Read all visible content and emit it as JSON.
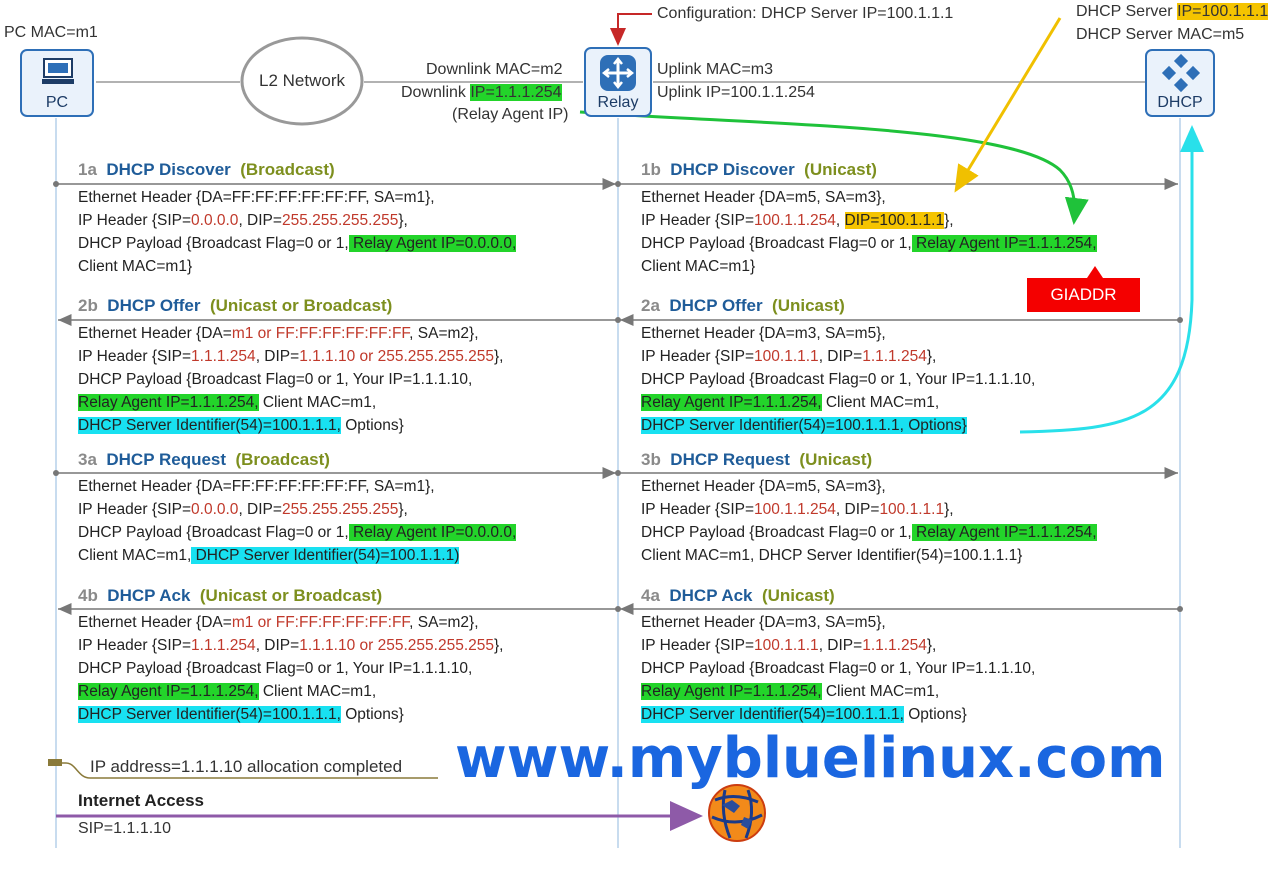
{
  "nodes": {
    "pc": {
      "label": "PC",
      "top_label": "PC MAC=m1"
    },
    "l2": {
      "label": "L2 Network"
    },
    "relay": {
      "label": "Relay"
    },
    "dhcp": {
      "label": "DHCP"
    }
  },
  "config_note": "Configuration: DHCP Server IP=100.1.1.1",
  "server_info": {
    "line1_prefix": "DHCP Server ",
    "line1_ip": "IP=100.1.1.1",
    "line2": "DHCP Server MAC=m5"
  },
  "relay_downlink": {
    "mac": "Downlink MAC=m2",
    "ip_prefix": "Downlink ",
    "ip": "IP=1.1.1.254",
    "note": "(Relay Agent IP)"
  },
  "relay_uplink": {
    "mac": "Uplink MAC=m3",
    "ip": "Uplink IP=100.1.1.254"
  },
  "giaddr_tag": "GIADDR",
  "messages": {
    "m1a": {
      "num": "1a",
      "name": "DHCP Discover",
      "mode": "(Broadcast)",
      "l1a": "Ethernet Header {DA=FF:FF:FF:FF:FF:FF, SA=m1},",
      "l2a": "IP Header {SIP=",
      "l2b": "0.0.0.0",
      "l2c": ", DIP=",
      "l2d": "255.255.255.255",
      "l2e": "},",
      "l3a": "DHCP Payload {Broadcast Flag=0 or 1,",
      "l3b": " Relay Agent IP=0.0.0.0,",
      "l4a": "Client MAC=m1}"
    },
    "m1b": {
      "num": "1b",
      "name": "DHCP Discover",
      "mode": "(Unicast)",
      "l1a": "Ethernet Header {DA=m5, SA=m3},",
      "l2a": "IP Header {SIP=",
      "l2b": "100.1.1.254",
      "l2c": ", ",
      "l2d": "DIP=100.1.1.1",
      "l2e": "},",
      "l3a": "DHCP Payload {Broadcast Flag=0 or 1,",
      "l3b": " Relay Agent IP=1.1.1.254,",
      "l4a": "Client MAC=m1}"
    },
    "m2b": {
      "num": "2b",
      "name": "DHCP Offer",
      "mode": "(Unicast or Broadcast)",
      "l1a": "Ethernet Header {DA=",
      "l1b": "m1 or FF:FF:FF:FF:FF:FF",
      "l1c": ", SA=m2},",
      "l2a": "IP Header {SIP=",
      "l2b": "1.1.1.254",
      "l2c": ", DIP=",
      "l2d": "1.1.1.10 or 255.255.255.255",
      "l2e": "},",
      "l3a": "DHCP Payload {Broadcast Flag=0 or 1, Your IP=1.1.1.10,",
      "l4a": "Relay Agent IP=1.1.1.254,",
      "l4b": " Client MAC=m1,",
      "l5a": "DHCP Server Identifier(54)=100.1.1.1,",
      "l5b": " Options}"
    },
    "m2a": {
      "num": "2a",
      "name": "DHCP Offer",
      "mode": "(Unicast)",
      "l1a": "Ethernet Header {DA=m3, SA=m5},",
      "l2a": "IP Header {SIP=",
      "l2b": "100.1.1.1",
      "l2c": ", DIP=",
      "l2d": "1.1.1.254",
      "l2e": "},",
      "l3a": "DHCP Payload {Broadcast Flag=0 or 1, Your IP=1.1.1.10,",
      "l4a": "Relay Agent IP=1.1.1.254,",
      "l4b": " Client MAC=m1,",
      "l5a": "DHCP Server Identifier(54)=100.1.1.1, Options}"
    },
    "m3a": {
      "num": "3a",
      "name": "DHCP Request",
      "mode": "(Broadcast)",
      "l1a": "Ethernet Header {DA=FF:FF:FF:FF:FF:FF, SA=m1},",
      "l2a": "IP Header {SIP=",
      "l2b": "0.0.0.0",
      "l2c": ", DIP=",
      "l2d": "255.255.255.255",
      "l2e": "},",
      "l3a": "DHCP Payload {Broadcast Flag=0 or 1,",
      "l3b": " Relay Agent IP=0.0.0.0,",
      "l4a": "Client MAC=m1,",
      "l4b": " DHCP Server Identifier(54)=100.1.1.1)"
    },
    "m3b": {
      "num": "3b",
      "name": "DHCP Request",
      "mode": "(Unicast)",
      "l1a": "Ethernet Header {DA=m5, SA=m3},",
      "l2a": "IP Header {SIP=",
      "l2b": "100.1.1.254",
      "l2c": ", DIP=",
      "l2d": "100.1.1.1",
      "l2e": "},",
      "l3a": "DHCP Payload {Broadcast Flag=0 or 1,",
      "l3b": " Relay Agent IP=1.1.1.254,",
      "l4a": "Client MAC=m1, DHCP Server Identifier(54)=100.1.1.1}"
    },
    "m4b": {
      "num": "4b",
      "name": "DHCP Ack",
      "mode": "(Unicast or Broadcast)",
      "l1a": "Ethernet Header {DA=",
      "l1b": "m1 or FF:FF:FF:FF:FF:FF",
      "l1c": ", SA=m2},",
      "l2a": "IP Header {SIP=",
      "l2b": "1.1.1.254",
      "l2c": ", DIP=",
      "l2d": "1.1.1.10 or 255.255.255.255",
      "l2e": "},",
      "l3a": "DHCP Payload {Broadcast Flag=0 or 1, Your IP=1.1.1.10,",
      "l4a": "Relay Agent IP=1.1.1.254,",
      "l4b": " Client MAC=m1,",
      "l5a": "DHCP Server Identifier(54)=100.1.1.1,",
      "l5b": " Options}"
    },
    "m4a": {
      "num": "4a",
      "name": "DHCP Ack",
      "mode": "(Unicast)",
      "l1a": "Ethernet Header {DA=m3, SA=m5},",
      "l2a": "IP Header {SIP=",
      "l2b": "100.1.1.1",
      "l2c": ", DIP=",
      "l2d": "1.1.1.254",
      "l2e": "},",
      "l3a": "DHCP Payload {Broadcast Flag=0 or 1, Your IP=1.1.1.10,",
      "l4a": "Relay Agent IP=1.1.1.254,",
      "l4b": " Client MAC=m1,",
      "l5a": "DHCP Server Identifier(54)=100.1.1.1,",
      "l5b": " Options}"
    }
  },
  "allocation_note": "IP address=1.1.1.10 allocation completed",
  "internet": {
    "title": "Internet Access",
    "sip": "SIP=1.1.1.10"
  },
  "watermark": "www.mybluelinux.com",
  "colors": {
    "node_border": "#2e6fb7",
    "highlight_green": "#23d42a",
    "highlight_cyan": "#18e1f1",
    "highlight_yellow": "#f5c400",
    "value_red": "#c0392b",
    "watermark_blue": "#1a66e0",
    "giaddr_red": "#f40000"
  }
}
